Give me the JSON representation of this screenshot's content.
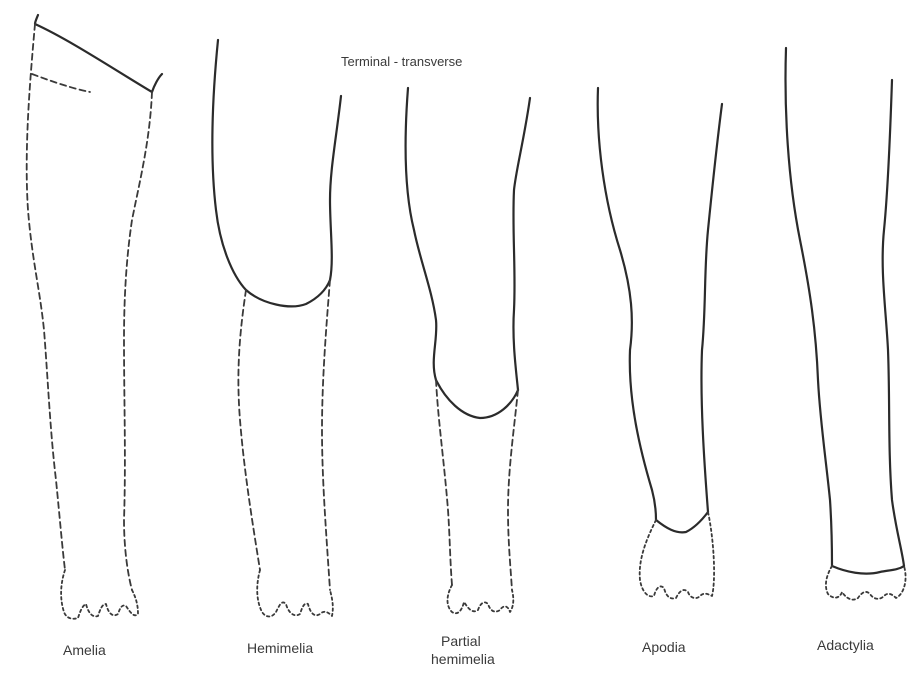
{
  "figure": {
    "title": "Terminal - transverse",
    "labels": {
      "amelia": "Amelia",
      "hemimelia": "Hemimelia",
      "partial_hemimelia_line1": "Partial",
      "partial_hemimelia_line2": "hemimelia",
      "apodia": "Apodia",
      "adactylia": "Adactylia"
    }
  }
}
